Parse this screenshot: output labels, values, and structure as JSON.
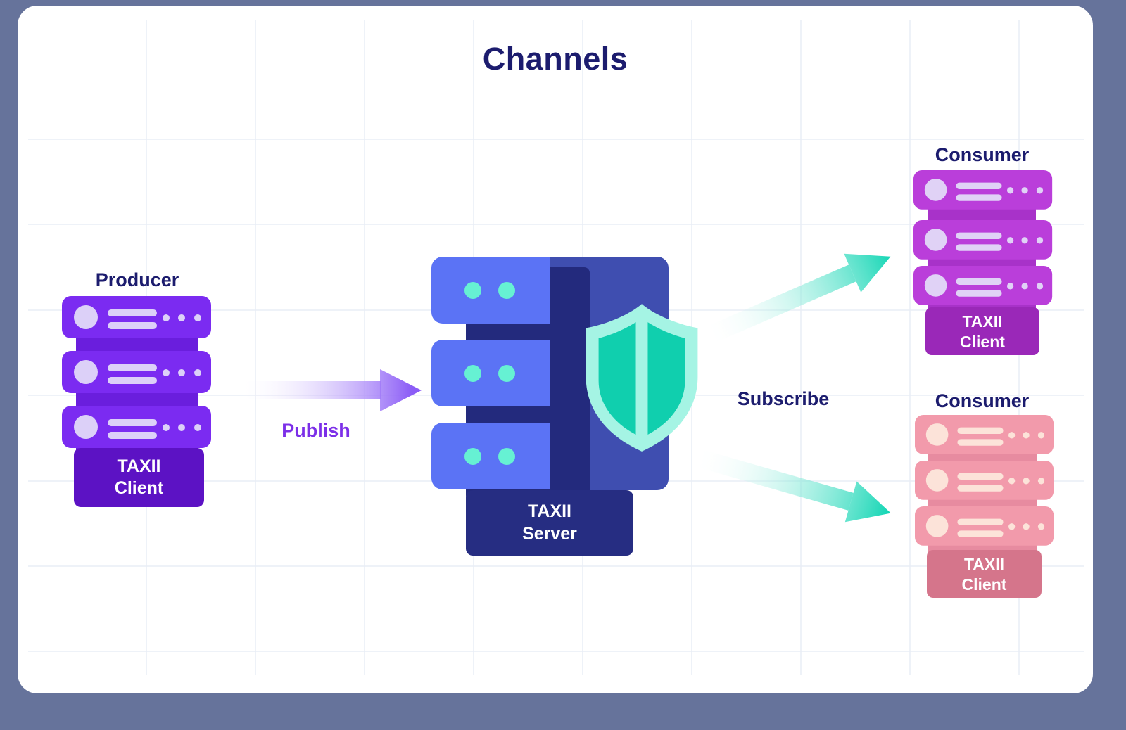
{
  "title": "Channels",
  "nodes": {
    "producer": {
      "label": "Producer",
      "client_label": "TAXII\nClient"
    },
    "server": {
      "label": "TAXII\nServer"
    },
    "consumer_top": {
      "label": "Consumer",
      "client_label": "TAXII\nClient"
    },
    "consumer_bottom": {
      "label": "Consumer",
      "client_label": "TAXII\nClient"
    }
  },
  "flows": {
    "publish": {
      "label": "Publish"
    },
    "subscribe": {
      "label": "Subscribe"
    }
  },
  "icons": {
    "producer": "server-stack-icon",
    "server": "server-rack-3d-icon",
    "shield": "security-shield-icon",
    "consumer_top": "server-stack-icon",
    "consumer_bottom": "server-stack-icon",
    "publish": "gradient-arrow-right-icon",
    "subscribe_top": "gradient-arrow-up-right-icon",
    "subscribe_bottom": "gradient-arrow-down-right-icon"
  },
  "colors": {
    "slate_bg": "#66739B",
    "card_bg": "#FFFFFF",
    "grid_line": "#E9EDF6",
    "navy_text": "#1C1C6E",
    "text_on_dark": "#FFFFFF",
    "producer_purple": "#7B2BF1",
    "producer_spine": "#6A1EDD",
    "producer_base": "#5C12C4",
    "producer_detail": "#DCD0F8",
    "publish_arrow": "#8B5CF6",
    "publish_text": "#7C2FE8",
    "server_front": "#5B73F5",
    "server_side": "#3F4EB0",
    "server_spine": "#232A7D",
    "server_base": "#262D82",
    "server_dot": "#66F1D3",
    "shield_outer": "#A5F4E4",
    "shield_inner": "#10CFAE",
    "subscribe_arrow": "#15D6B5",
    "consumer_magenta": "#BA3EDA",
    "magenta_spine": "#A832C9",
    "magenta_base": "#9A28B8",
    "magenta_detail": "#E0D2F6",
    "consumer_pink": "#F29AAB",
    "pink_spine": "#E78BA0",
    "pink_base": "#D5758B",
    "pink_detail": "#FCE3D9"
  }
}
